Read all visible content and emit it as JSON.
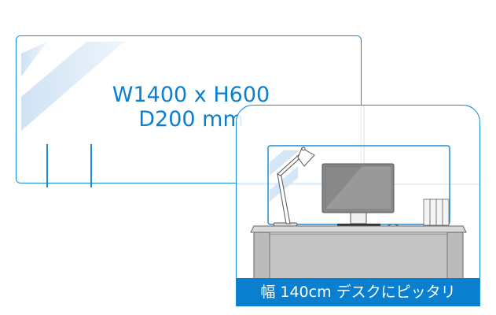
{
  "product": {
    "dimensions_line1": "W1400 x H600",
    "dimensions_line2": "D200 mm"
  },
  "inset": {
    "caption": "幅 140cm デスクにピッタリ"
  },
  "colors": {
    "accent": "#0a7fd0",
    "panel_border": "#1a8ad8"
  }
}
